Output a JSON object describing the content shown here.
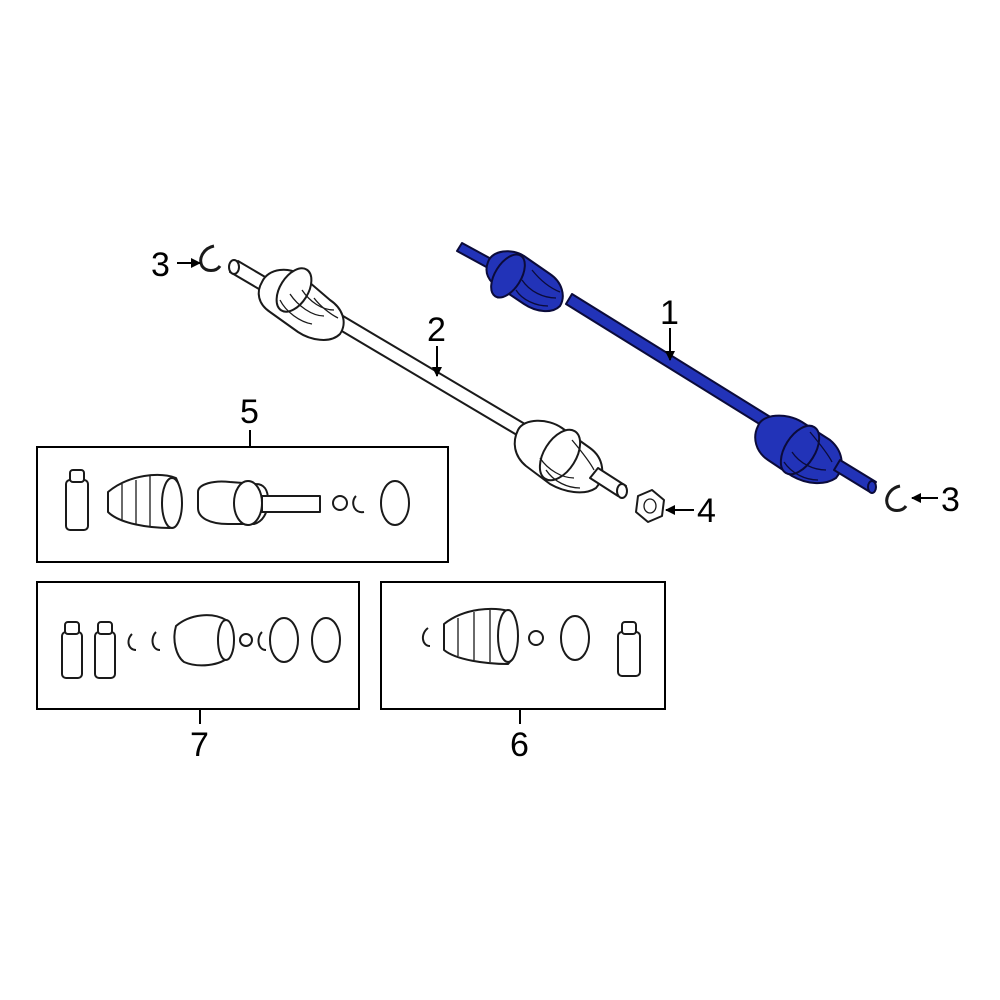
{
  "diagram": {
    "highlight_color": "#2233b8",
    "callouts": {
      "c1": "1",
      "c2": "2",
      "c3_left": "3",
      "c3_right": "3",
      "c4": "4",
      "c5": "5",
      "c6": "6",
      "c7": "7"
    }
  }
}
